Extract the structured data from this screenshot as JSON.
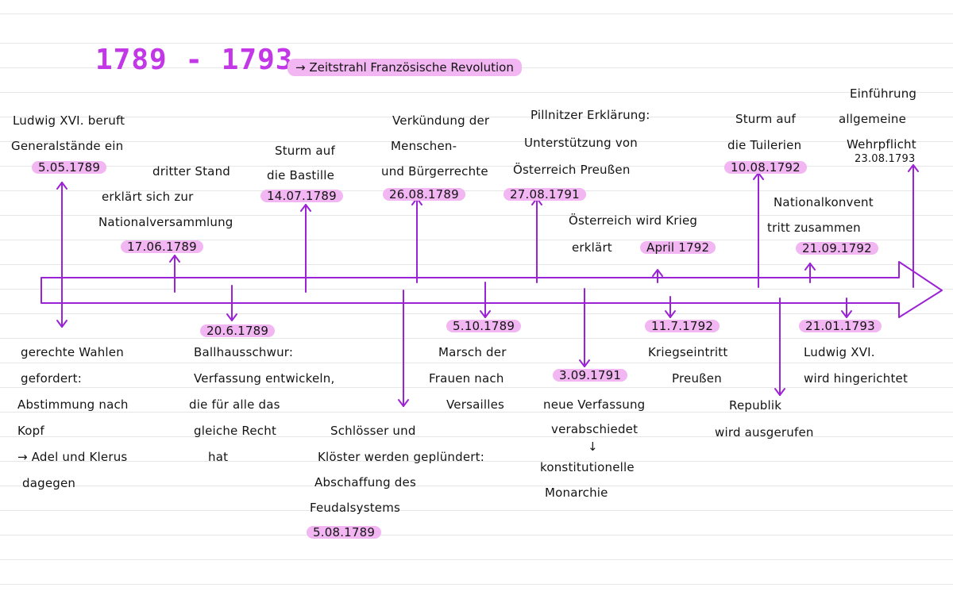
{
  "title": {
    "years": "1789 - 1793",
    "subtitle": "→ Zeitstrahl Französische Revolution"
  },
  "colors": {
    "accent": "#9c22d6",
    "highlight": "#f2b6f2",
    "years": "#c238e6"
  },
  "top": {
    "e1_l1": "Ludwig XVI. beruft",
    "e1_l2": "Generalstände ein",
    "e1_date": "5.05.1789",
    "e2_l1": "dritter Stand",
    "e2_l2": "erklärt sich zur",
    "e2_l3": "Nationalversammlung",
    "e2_date": "17.06.1789",
    "e3_l1": "Sturm auf",
    "e3_l2": "die Bastille",
    "e3_date": "14.07.1789",
    "e4_l1": "Verkündung der",
    "e4_l2": "Menschen-",
    "e4_l3": "und Bürgerrechte",
    "e4_date": "26.08.1789",
    "e5_l1": "Pillnitzer Erklärung:",
    "e5_l2": "Unterstützung von",
    "e5_l3": "Österreich Preußen",
    "e5_date": "27.08.1791",
    "e6_l1": "Österreich wird Krieg",
    "e6_l2": "erklärt",
    "e6_date": "April 1792",
    "e7_l1": "Sturm auf",
    "e7_l2": "die Tuilerien",
    "e7_date": "10.08.1792",
    "e8_l1": "Nationalkonvent",
    "e8_l2": "tritt zusammen",
    "e8_date": "21.09.1792",
    "e9_l1": "Einführung",
    "e9_l2": "allgemeine",
    "e9_l3": "Wehrpflicht",
    "e9_date": "23.08.1793"
  },
  "bottom": {
    "b1_l1": "gerechte Wahlen",
    "b1_l2": "gefordert:",
    "b1_l3": "Abstimmung nach",
    "b1_l4": "Kopf",
    "b1_l5": "→ Adel und Klerus",
    "b1_l6": "dagegen",
    "b2_date": "20.6.1789",
    "b2_l1": "Ballhausschwur:",
    "b2_l2": "Verfassung entwickeln,",
    "b2_l3": "die für alle das",
    "b2_l4": "gleiche Recht",
    "b2_l5": "hat",
    "b3_l1": "Schlösser und",
    "b3_l2": "Klöster werden geplündert:",
    "b3_l3": "Abschaffung des",
    "b3_l4": "Feudalsystems",
    "b3_date": "5.08.1789",
    "b4_date": "5.10.1789",
    "b4_l1": "Marsch der",
    "b4_l2": "Frauen nach",
    "b4_l3": "Versailles",
    "b5_date": "3.09.1791",
    "b5_l1": "neue Verfassung",
    "b5_l2": "verabschiedet",
    "b5_arrow": "↓",
    "b5_l3": "konstitutionelle",
    "b5_l4": "Monarchie",
    "b6_date": "11.7.1792",
    "b6_l1": "Kriegseintritt",
    "b6_l2": "Preußen",
    "b7_l1": "Republik",
    "b7_l2": "wird ausgerufen",
    "b8_date": "21.01.1793",
    "b8_l1": "Ludwig XVI.",
    "b8_l2": "wird hingerichtet"
  }
}
